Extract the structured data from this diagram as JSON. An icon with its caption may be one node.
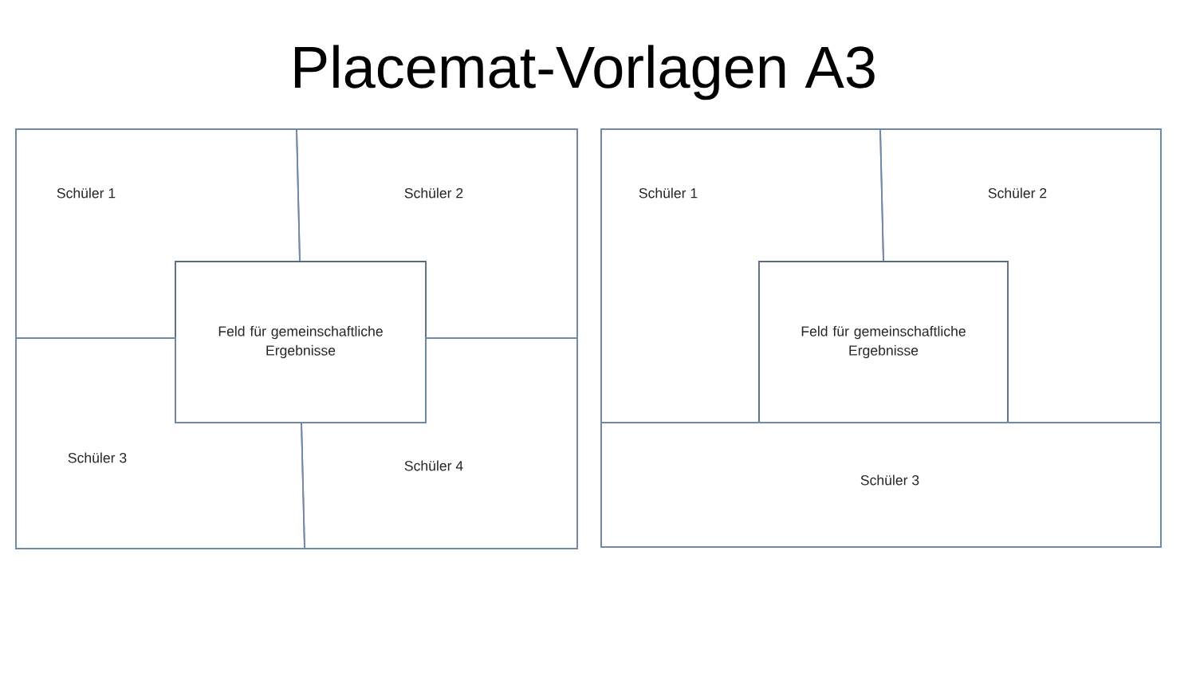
{
  "diagram": {
    "title": "Placemat-Vorlagen A3",
    "nodes": [
      {
        "text": [],
        "shape": "box"
      },
      {
        "text": [
          "Schüler 1"
        ],
        "in": 0
      },
      {
        "text": [
          "Schüler 2"
        ],
        "in": 0
      },
      {
        "text": [
          "Feld für gemeinschaftliche Ergebnisse"
        ],
        "in": 0
      },
      {
        "text": [
          "Schüler 3"
        ],
        "in": 0
      },
      {
        "text": [
          "Schüler 4"
        ],
        "in": 0
      },
      {
        "text": [],
        "shape": "box"
      },
      {
        "text": [
          "Schüler 1"
        ],
        "in": 6
      },
      {
        "text": [
          "Schüler 2"
        ],
        "in": 6
      },
      {
        "text": [
          "Feld für gemeinschaftliche Ergebnisse"
        ],
        "in": 6
      },
      {
        "text": [
          "Schüler 3"
        ],
        "in": 6
      }
    ]
  }
}
